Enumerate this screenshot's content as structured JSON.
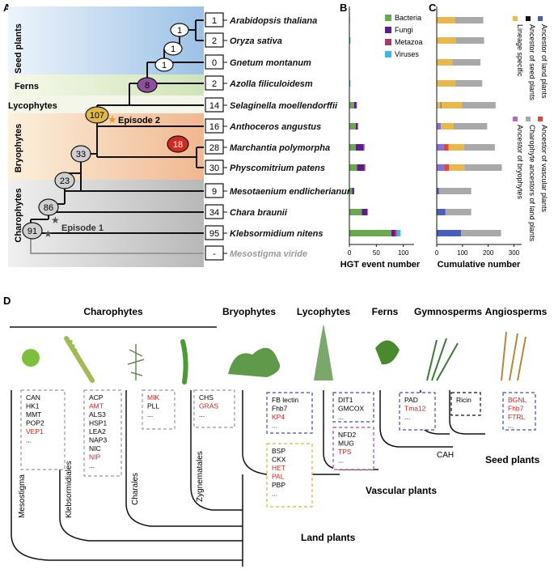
{
  "panels": {
    "a": "A",
    "b": "B",
    "c": "C",
    "d": "D"
  },
  "groups": {
    "seed": "Seed plants",
    "ferns": "Ferns",
    "lycophytes": "Lycophytes",
    "bryophytes": "Bryophytes",
    "charophytes": "Charophytes"
  },
  "species": [
    {
      "name": "Arabidopsis thaliana",
      "count": "1"
    },
    {
      "name": "Oryza sativa",
      "count": "2"
    },
    {
      "name": "Gnetum montanum",
      "count": "0"
    },
    {
      "name": "Azolla filiculoidesm",
      "count": "2"
    },
    {
      "name": "Selaginella moellendorffii",
      "count": "14"
    },
    {
      "name": "Anthoceros angustus",
      "count": "16"
    },
    {
      "name": "Marchantia polymorpha",
      "count": "28"
    },
    {
      "name": "Physcomitrium patens",
      "count": "30"
    },
    {
      "name": "Mesotaenium endlicherianum",
      "count": "9"
    },
    {
      "name": "Chara braunii",
      "count": "34"
    },
    {
      "name": "Klebsormidium nitens",
      "count": "95"
    },
    {
      "name": "Mesostigma viride",
      "count": "-"
    }
  ],
  "nodes": [
    "1",
    "1",
    "1",
    "8",
    "107",
    "18",
    "33",
    "23",
    "86",
    "91"
  ],
  "episodes": {
    "e1": "Episode 1",
    "e2": "Episode 2"
  },
  "legend_b": [
    "Bacteria",
    "Fungi",
    "Metazoa",
    "Viruses"
  ],
  "colors": {
    "bacteria": "#6aa84f",
    "fungi": "#5b1b8f",
    "metazoa": "#a8396e",
    "viruses": "#3db7e4",
    "lineage": "#e6c04f",
    "seedanc": "#111111",
    "landanc": "#e8b94a",
    "vascanc": "#8a6fd4",
    "charoanc": "#a9a9a9",
    "bryanc": "#e0463a"
  },
  "axis_b": {
    "label": "HGT event number",
    "ticks": [
      "0",
      "50",
      "100"
    ]
  },
  "axis_c": {
    "label": "Cumulative number",
    "ticks": [
      "0",
      "100",
      "200",
      "300"
    ]
  },
  "legend_c": [
    "Lineage specific",
    "Ancestor of seed plants",
    "Ancestor of land plants",
    "Ancestor of bryophytes",
    "Charophyte ancestors of land plants",
    "Ancestor of vascular plants"
  ],
  "chart_data": [
    {
      "type": "bar",
      "title": "",
      "xlabel": "HGT event number",
      "ylabel": "",
      "xlim": [
        0,
        120
      ],
      "categories": [
        "Arabidopsis thaliana",
        "Oryza sativa",
        "Gnetum montanum",
        "Azolla filiculoidesm",
        "Selaginella moellendorffii",
        "Anthoceros angustus",
        "Marchantia polymorpha",
        "Physcomitrium patens",
        "Mesotaenium endlicherianum",
        "Chara braunii",
        "Klebsormidium nitens",
        "Mesostigma viride"
      ],
      "series": [
        {
          "name": "Bacteria",
          "values": [
            0,
            0,
            0,
            1,
            9,
            12,
            12,
            14,
            5,
            23,
            78,
            0
          ]
        },
        {
          "name": "Fungi",
          "values": [
            0,
            0,
            0,
            0,
            4,
            3,
            14,
            13,
            3,
            10,
            6,
            0
          ]
        },
        {
          "name": "Metazoa",
          "values": [
            0,
            0,
            0,
            0,
            1,
            1,
            2,
            2,
            1,
            1,
            4,
            0
          ]
        },
        {
          "name": "Viruses",
          "values": [
            1,
            2,
            0,
            1,
            0,
            0,
            0,
            1,
            0,
            0,
            7,
            0
          ]
        }
      ]
    },
    {
      "type": "bar",
      "title": "",
      "xlabel": "Cumulative number",
      "ylabel": "",
      "xlim": [
        0,
        330
      ],
      "categories": [
        "Arabidopsis thaliana",
        "Oryza sativa",
        "Gnetum montanum",
        "Azolla filiculoidesm",
        "Selaginella moellendorffii",
        "Anthoceros angustus",
        "Marchantia polymorpha",
        "Physcomitrium patens",
        "Mesotaenium endlicherianum",
        "Chara braunii",
        "Klebsormidium nitens",
        "Mesostigma viride"
      ],
      "series": [
        {
          "name": "Lineage specific",
          "values": [
            1,
            2,
            0,
            2,
            14,
            16,
            28,
            30,
            9,
            34,
            95,
            0
          ]
        },
        {
          "name": "Ancestor of seed plants",
          "values": [
            0,
            0,
            0,
            0,
            0,
            0,
            0,
            0,
            0,
            0,
            0,
            0
          ]
        },
        {
          "name": "Ancestor of land plants",
          "values": [
            70,
            72,
            60,
            70,
            80,
            50,
            60,
            60,
            0,
            0,
            0,
            0
          ]
        },
        {
          "name": "Ancestor of bryophytes",
          "values": [
            0,
            0,
            0,
            0,
            0,
            0,
            18,
            18,
            0,
            0,
            0,
            0
          ]
        },
        {
          "name": "Charophyte ancestors of land plants",
          "values": [
            110,
            110,
            110,
            105,
            130,
            130,
            120,
            145,
            125,
            100,
            155,
            0
          ]
        },
        {
          "name": "Ancestor of vascular plants",
          "values": [
            0,
            0,
            0,
            0,
            5,
            0,
            0,
            0,
            0,
            0,
            0,
            0
          ]
        }
      ]
    }
  ],
  "clades_d": [
    "Charophytes",
    "Bryophytes",
    "Lycophytes",
    "Ferns",
    "Gymnosperms",
    "Angiosperms"
  ],
  "boxes": [
    {
      "genes": [
        "CAN",
        "HK1",
        "MMT",
        "POP2",
        "VEP1",
        "..."
      ],
      "red": [
        4
      ]
    },
    {
      "genes": [
        "ACP",
        "AMT",
        "ALS3",
        "HSP1",
        "LEA2",
        "NAP3",
        "NIC",
        "NIP",
        "..."
      ],
      "red": [
        1,
        7
      ]
    },
    {
      "genes": [
        "MIK",
        "PLL",
        "..."
      ],
      "red": [
        0
      ]
    },
    {
      "genes": [
        "CHS",
        "GRAS",
        "..."
      ],
      "red": [
        1
      ]
    },
    {
      "genes": [
        "FB lectin",
        "Fhb7",
        "KP4",
        "..."
      ],
      "red": [
        2
      ]
    },
    {
      "genes": [
        "BSP",
        "CKX",
        "HET",
        "PAL",
        "PBP",
        "..."
      ],
      "red": [
        2,
        3
      ]
    },
    {
      "genes": [
        "DIT1",
        "GMCOX",
        "..."
      ],
      "red": []
    },
    {
      "genes": [
        "NFD2",
        "MUG",
        "TPS",
        "..."
      ],
      "red": [
        2
      ]
    },
    {
      "genes": [
        "PAD",
        "Tma12",
        "..."
      ],
      "red": [
        1
      ]
    },
    {
      "genes": [
        "Ricin"
      ],
      "red": []
    },
    {
      "genes": [
        "BGNL",
        "Fhb7",
        "FTRL",
        "..."
      ],
      "red": [
        0,
        1,
        2
      ]
    }
  ],
  "lineages_d": [
    "Mesostigma",
    "Klebsormidiales",
    "Charales",
    "Zygnematales"
  ],
  "labels_d": {
    "cah": "CAH",
    "seed": "Seed plants",
    "vascular": "Vascular plants",
    "land": "Land plants"
  }
}
